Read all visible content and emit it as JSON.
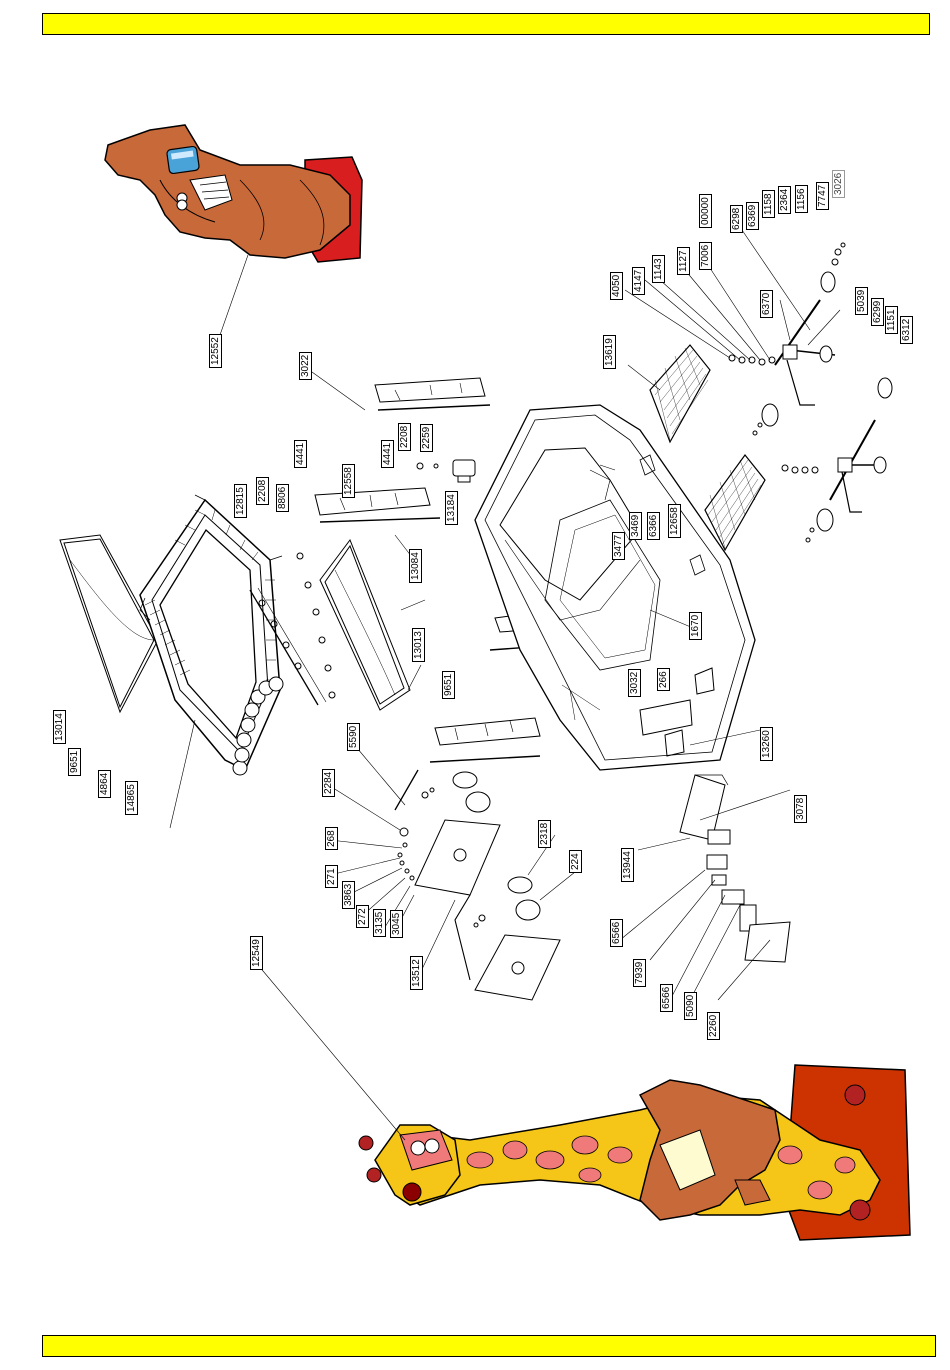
{
  "colors": {
    "banner": "#ffff00",
    "outline": "#000000",
    "monkey_skin": "#c8693a",
    "giraffe_yellow": "#f5c518",
    "giraffe_spot": "#f07a7a",
    "chair_red": "#cc3300",
    "cushion_red": "#d81e1e"
  },
  "labels": [
    {
      "id": "12552",
      "text": "12552"
    },
    {
      "id": "3022",
      "text": "3022"
    },
    {
      "id": "4441a",
      "text": "4441"
    },
    {
      "id": "12558",
      "text": "12558"
    },
    {
      "id": "4441b",
      "text": "4441"
    },
    {
      "id": "2208a",
      "text": "2208"
    },
    {
      "id": "2259",
      "text": "2259"
    },
    {
      "id": "13184",
      "text": "13184"
    },
    {
      "id": "12815",
      "text": "12815"
    },
    {
      "id": "2208b",
      "text": "2208"
    },
    {
      "id": "8806",
      "text": "8806"
    },
    {
      "id": "13084",
      "text": "13084"
    },
    {
      "id": "13013",
      "text": "13013"
    },
    {
      "id": "9651a",
      "text": "9651"
    },
    {
      "id": "13014",
      "text": "13014"
    },
    {
      "id": "9651b",
      "text": "9651"
    },
    {
      "id": "4864",
      "text": "4864"
    },
    {
      "id": "14865",
      "text": "14865"
    },
    {
      "id": "5590",
      "text": "5590"
    },
    {
      "id": "2284",
      "text": "2284"
    },
    {
      "id": "268",
      "text": "268"
    },
    {
      "id": "271",
      "text": "271"
    },
    {
      "id": "3863",
      "text": "3863"
    },
    {
      "id": "272",
      "text": "272"
    },
    {
      "id": "3135",
      "text": "3135"
    },
    {
      "id": "3045",
      "text": "3045"
    },
    {
      "id": "13512",
      "text": "13512"
    },
    {
      "id": "2318",
      "text": "2318"
    },
    {
      "id": "224",
      "text": "224"
    },
    {
      "id": "12549",
      "text": "12549"
    },
    {
      "id": "4050",
      "text": "4050"
    },
    {
      "id": "4147",
      "text": "4147"
    },
    {
      "id": "1143",
      "text": "1143"
    },
    {
      "id": "1127",
      "text": "1127"
    },
    {
      "id": "7006",
      "text": "7006"
    },
    {
      "id": "00000",
      "text": "00000"
    },
    {
      "id": "6298",
      "text": "6298"
    },
    {
      "id": "6369",
      "text": "6369"
    },
    {
      "id": "1158",
      "text": "1158"
    },
    {
      "id": "2364",
      "text": "2364"
    },
    {
      "id": "1156",
      "text": "1156"
    },
    {
      "id": "7747",
      "text": "7747"
    },
    {
      "id": "3026",
      "text": "3026"
    },
    {
      "id": "6370",
      "text": "6370"
    },
    {
      "id": "5039",
      "text": "5039"
    },
    {
      "id": "6299",
      "text": "6299"
    },
    {
      "id": "1151",
      "text": "1151"
    },
    {
      "id": "6312",
      "text": "6312"
    },
    {
      "id": "13619",
      "text": "13619"
    },
    {
      "id": "3477",
      "text": "3477"
    },
    {
      "id": "3469",
      "text": "3469"
    },
    {
      "id": "6366",
      "text": "6366"
    },
    {
      "id": "12658",
      "text": "12658"
    },
    {
      "id": "1670",
      "text": "1670"
    },
    {
      "id": "3032",
      "text": "3032"
    },
    {
      "id": "266",
      "text": "266"
    },
    {
      "id": "13260",
      "text": "13260"
    },
    {
      "id": "3078",
      "text": "3078"
    },
    {
      "id": "13944",
      "text": "13944"
    },
    {
      "id": "6566a",
      "text": "6566"
    },
    {
      "id": "7939",
      "text": "7939"
    },
    {
      "id": "6566b",
      "text": "6566"
    },
    {
      "id": "5090",
      "text": "5090"
    },
    {
      "id": "2260",
      "text": "2260"
    }
  ]
}
